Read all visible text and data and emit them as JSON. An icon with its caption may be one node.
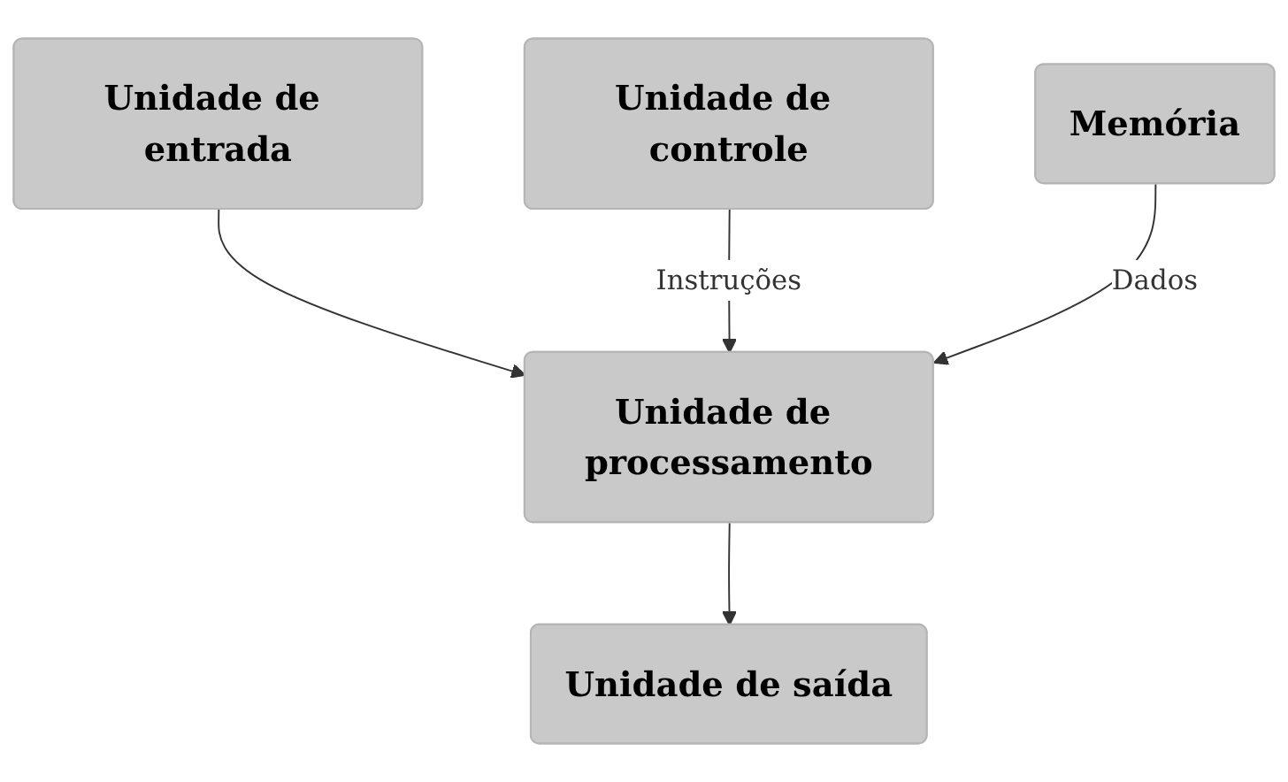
{
  "diagram": {
    "nodes": [
      {
        "text": [
          "Unidade de entrada"
        ]
      },
      {
        "text": [
          "Unidade de controle"
        ]
      },
      {
        "text": [
          "Unidade de processamento"
        ]
      },
      {
        "text": [
          "Memória"
        ]
      },
      {
        "text": [
          "Unidade de saída"
        ]
      }
    ],
    "edges": [
      {
        "from": 0,
        "to": 2,
        "arrow": "to"
      },
      {
        "from": 1,
        "to": 2,
        "arrow": "to",
        "label": "Instruções"
      },
      {
        "from": 3,
        "to": 2,
        "arrow": "to",
        "label": "Dados"
      },
      {
        "from": 2,
        "to": 4,
        "arrow": "to"
      }
    ]
  }
}
